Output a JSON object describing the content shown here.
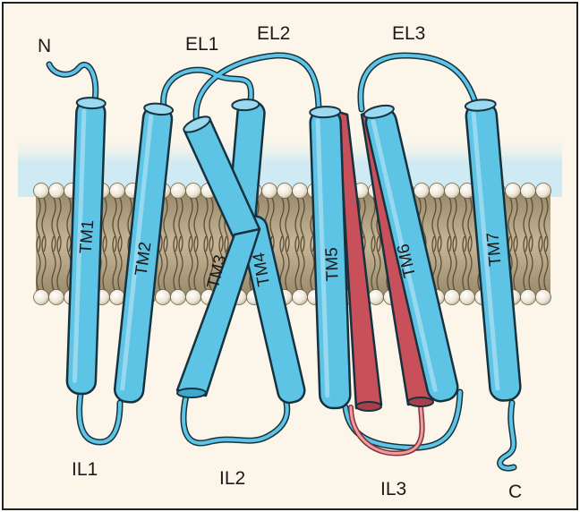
{
  "diagram": {
    "helices": {
      "tm1": "TM1",
      "tm2": "TM2",
      "tm3": "TM3",
      "tm4": "TM4",
      "tm5": "TM5",
      "tm6": "TM6",
      "tm7": "TM7"
    },
    "termini": {
      "n": "N",
      "c": "C"
    },
    "extracellular_loops": {
      "el1": "EL1",
      "el2": "EL2",
      "el3": "EL3"
    },
    "intracellular_loops": {
      "il1": "IL1",
      "il2": "IL2",
      "il3": "IL3"
    }
  },
  "colors": {
    "background": "#fbf6e9",
    "helix": "#5ec4e6",
    "helix_stroke": "#16323e",
    "shifted_helix": "#c8505a",
    "membrane_tail": "#b9a98a",
    "lipid_head": "#f7f1e3"
  }
}
